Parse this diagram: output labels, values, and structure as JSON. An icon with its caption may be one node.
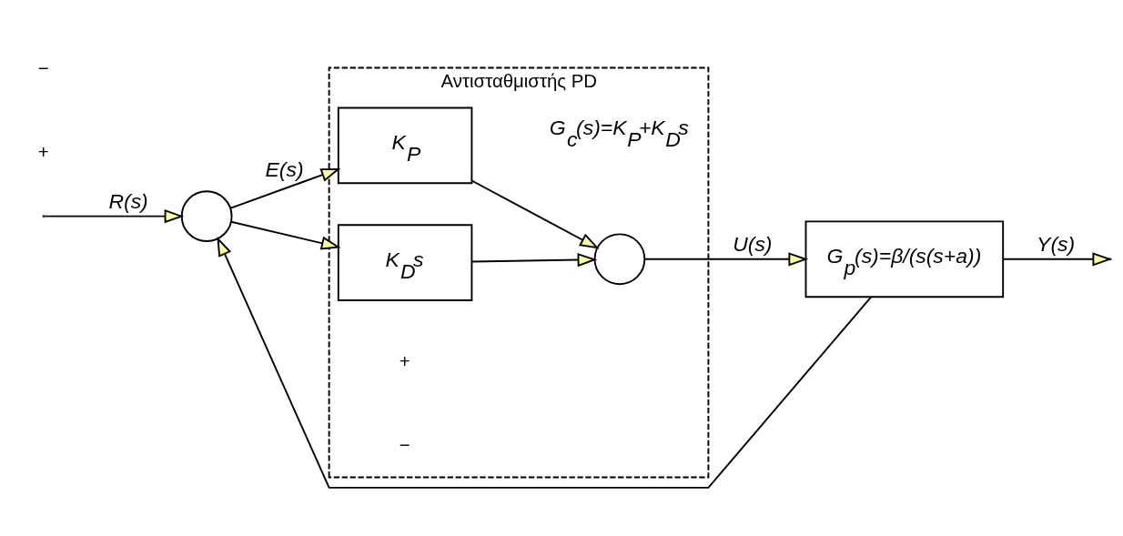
{
  "diagram": {
    "nodes": [
      {
        "text": [
          "Αντισταθμιστής PD"
        ],
        "beside": [
          "G$_{c}$(s)=K$_{P}$+K$_{D}$s"
        ]
      },
      {
        "text": [],
        "shape": "circle"
      },
      {
        "text": [
          "K$_{P}$"
        ],
        "in": 0
      },
      {
        "text": [
          "K$_{D}$s"
        ],
        "in": 0
      },
      {
        "text": [],
        "shape": "circle",
        "in": 0
      },
      {
        "text": [
          "G$_{p}$(s)=β/(s(s+a))"
        ]
      }
    ],
    "edges": [
      {
        "from": null,
        "to": 1,
        "arrow": "to",
        "label": "R(s)"
      },
      {
        "from": 1,
        "to": 2,
        "arrow": "to",
        "label": "E(s)"
      },
      {
        "from": 1,
        "to": 3,
        "arrow": "to"
      },
      {
        "from": 2,
        "to": 4,
        "arrow": "to"
      },
      {
        "from": 3,
        "to": 4,
        "arrow": "to"
      },
      {
        "from": 4,
        "to": 5,
        "arrow": "to",
        "label": "U(s)"
      },
      {
        "from": 5,
        "to": null,
        "arrow": "to",
        "label": "Y(s)"
      },
      {
        "from": 5,
        "to": 1,
        "arrow": "to"
      }
    ],
    "labels": [
      "+",
      "−",
      "+",
      "−"
    ]
  }
}
